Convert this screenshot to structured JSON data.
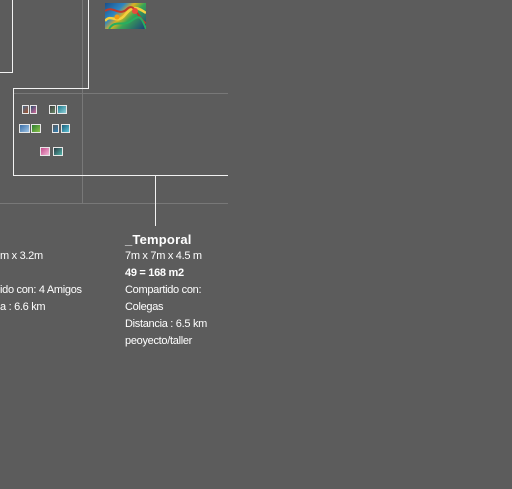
{
  "left_project": {
    "dimensions": "m x 3.2m",
    "shared_with": "ido con:  4 Amigos",
    "distance": "a : 6.6 km"
  },
  "temporal_project": {
    "title": "_Temporal",
    "dimensions": "7m x 7m x 4.5 m",
    "area": "49 = 168 m2",
    "shared_label": "Compartido con:",
    "shared_with": "Colegas",
    "distance": "Distancia : 6.5 km",
    "type": "peoyecto/taller"
  },
  "colors": {
    "background": "#5c5c5c",
    "lines": "#f2f2f2",
    "grid": "#787878"
  }
}
